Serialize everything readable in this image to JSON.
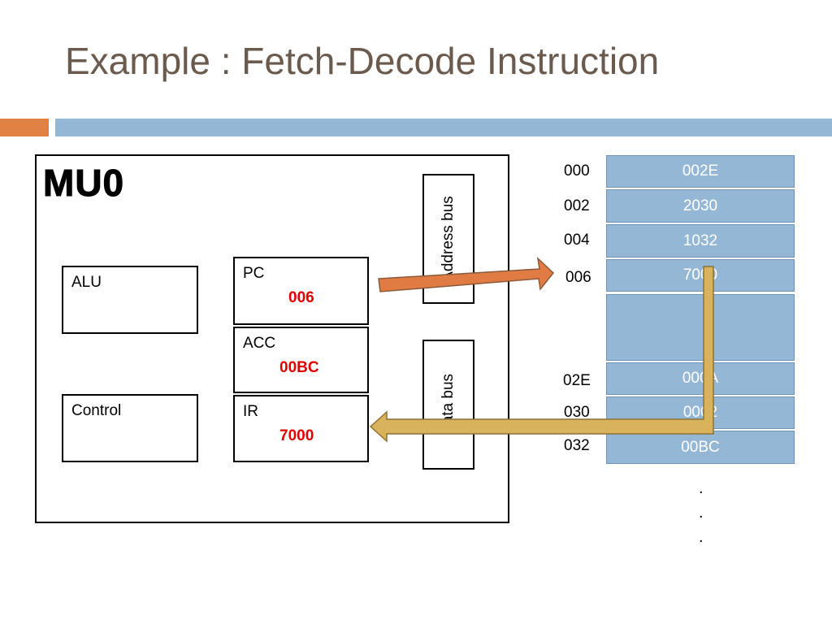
{
  "title": "Example : Fetch-Decode Instruction",
  "processor": {
    "name": "MU0",
    "alu_label": "ALU",
    "control_label": "Control",
    "registers": [
      {
        "label": "PC",
        "value": "006"
      },
      {
        "label": "ACC",
        "value": "00BC"
      },
      {
        "label": "IR",
        "value": "7000"
      }
    ],
    "address_bus_label": "Address bus",
    "data_bus_label": "Data bus"
  },
  "memory": {
    "cells": [
      {
        "address": "000",
        "value": "002E"
      },
      {
        "address": "002",
        "value": "2030"
      },
      {
        "address": "004",
        "value": "1032"
      },
      {
        "address": "006",
        "value": "7000"
      },
      {
        "address": "02E",
        "value": "000A"
      },
      {
        "address": "030",
        "value": "0002"
      },
      {
        "address": "032",
        "value": "00BC"
      }
    ],
    "ellipsis": "."
  },
  "colors": {
    "title": "#6b5a4e",
    "accent_orange": "#df8143",
    "accent_blue": "#94b7d6",
    "memory_cell": "#94b7d6",
    "register_value": "#e00000",
    "fetch_arrow": "#e07c43",
    "data_arrow": "#d9b25c"
  }
}
